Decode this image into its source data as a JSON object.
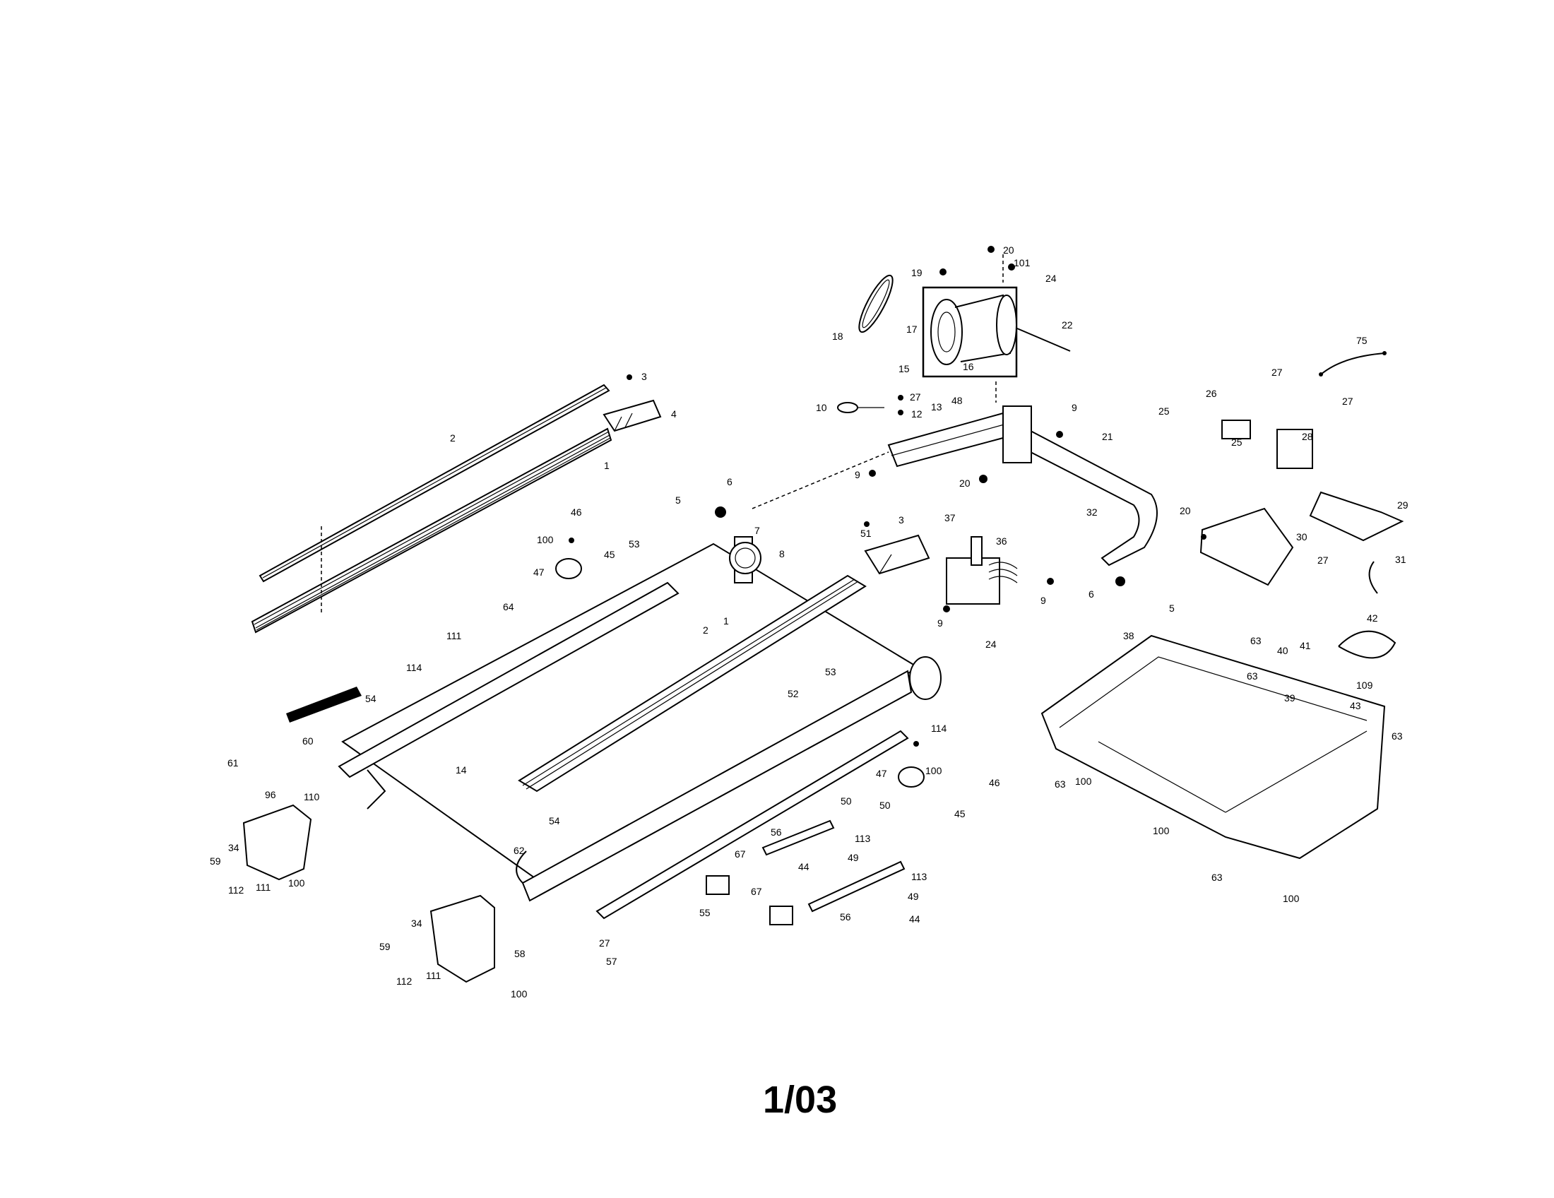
{
  "page_number": "1/03",
  "labels": {
    "l1": "1",
    "l2": "2",
    "l3": "3",
    "l4": "4",
    "l5": "5",
    "l6": "6",
    "l7": "7",
    "l8": "8",
    "l9": "9",
    "l10": "10",
    "l12": "12",
    "l13": "13",
    "l14": "14",
    "l15": "15",
    "l16": "16",
    "l17": "17",
    "l18": "18",
    "l19": "19",
    "l20": "20",
    "l21": "21",
    "l22": "22",
    "l24": "24",
    "l25": "25",
    "l26": "26",
    "l27": "27",
    "l28": "28",
    "l29": "29",
    "l30": "30",
    "l31": "31",
    "l32": "32",
    "l34": "34",
    "l36": "36",
    "l37": "37",
    "l38": "38",
    "l39": "39",
    "l40": "40",
    "l41": "41",
    "l42": "42",
    "l43": "43",
    "l44": "44",
    "l45": "45",
    "l46": "46",
    "l47": "47",
    "l48": "48",
    "l49": "49",
    "l50": "50",
    "l51": "51",
    "l52": "52",
    "l53": "53",
    "l54": "54",
    "l55": "55",
    "l56": "56",
    "l57": "57",
    "l58": "58",
    "l59": "59",
    "l60": "60",
    "l61": "61",
    "l62": "62",
    "l63": "63",
    "l64": "64",
    "l67": "67",
    "l75": "75",
    "l96": "96",
    "l100": "100",
    "l101": "101",
    "l109": "109",
    "l110": "110",
    "l111": "111",
    "l112": "112",
    "l113": "113",
    "l114": "114"
  }
}
